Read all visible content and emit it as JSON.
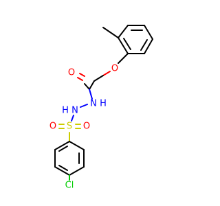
{
  "molecule": {
    "atoms": {
      "oxygen_ether": "O",
      "oxygen_carbonyl": "O",
      "nitrogen_1": "N",
      "nitrogen_1_h": "H",
      "nitrogen_2": "N",
      "nitrogen_2_h": "H",
      "sulfur": "S",
      "oxygen_sulfonyl_left": "O",
      "oxygen_sulfonyl_right": "O",
      "chlorine": "Cl"
    },
    "colors": {
      "oxygen": "#ff0000",
      "nitrogen": "#0000ff",
      "sulfur": "#cccc00",
      "chlorine": "#00cc00",
      "carbon_bond": "#000000"
    }
  }
}
